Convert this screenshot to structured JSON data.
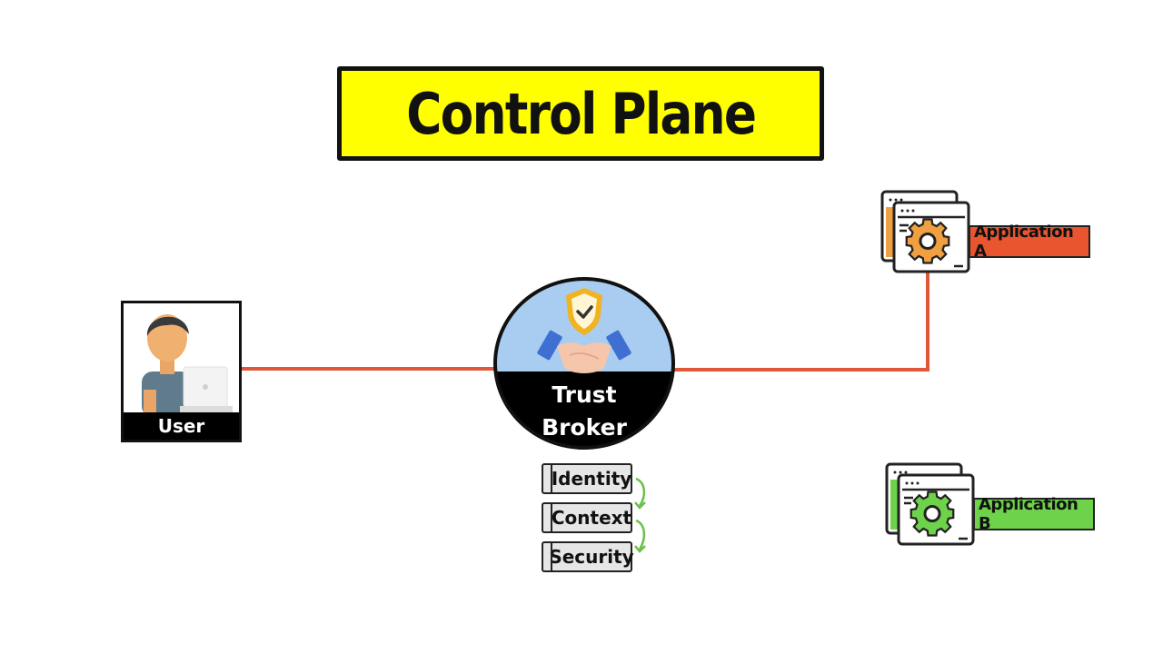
{
  "title": "Control Plane",
  "user": {
    "label": "User"
  },
  "broker": {
    "line1": "Trust",
    "line2": "Broker"
  },
  "checks": [
    {
      "label": "Identity"
    },
    {
      "label": "Context"
    },
    {
      "label": "Security"
    }
  ],
  "apps": [
    {
      "label": "Application A",
      "color": "#e9552f"
    },
    {
      "label": "Application B",
      "color": "#6ed24a"
    }
  ],
  "colors": {
    "connector": "#e0573a",
    "title_bg": "#ffff00",
    "arrow": "#6cc04a"
  }
}
